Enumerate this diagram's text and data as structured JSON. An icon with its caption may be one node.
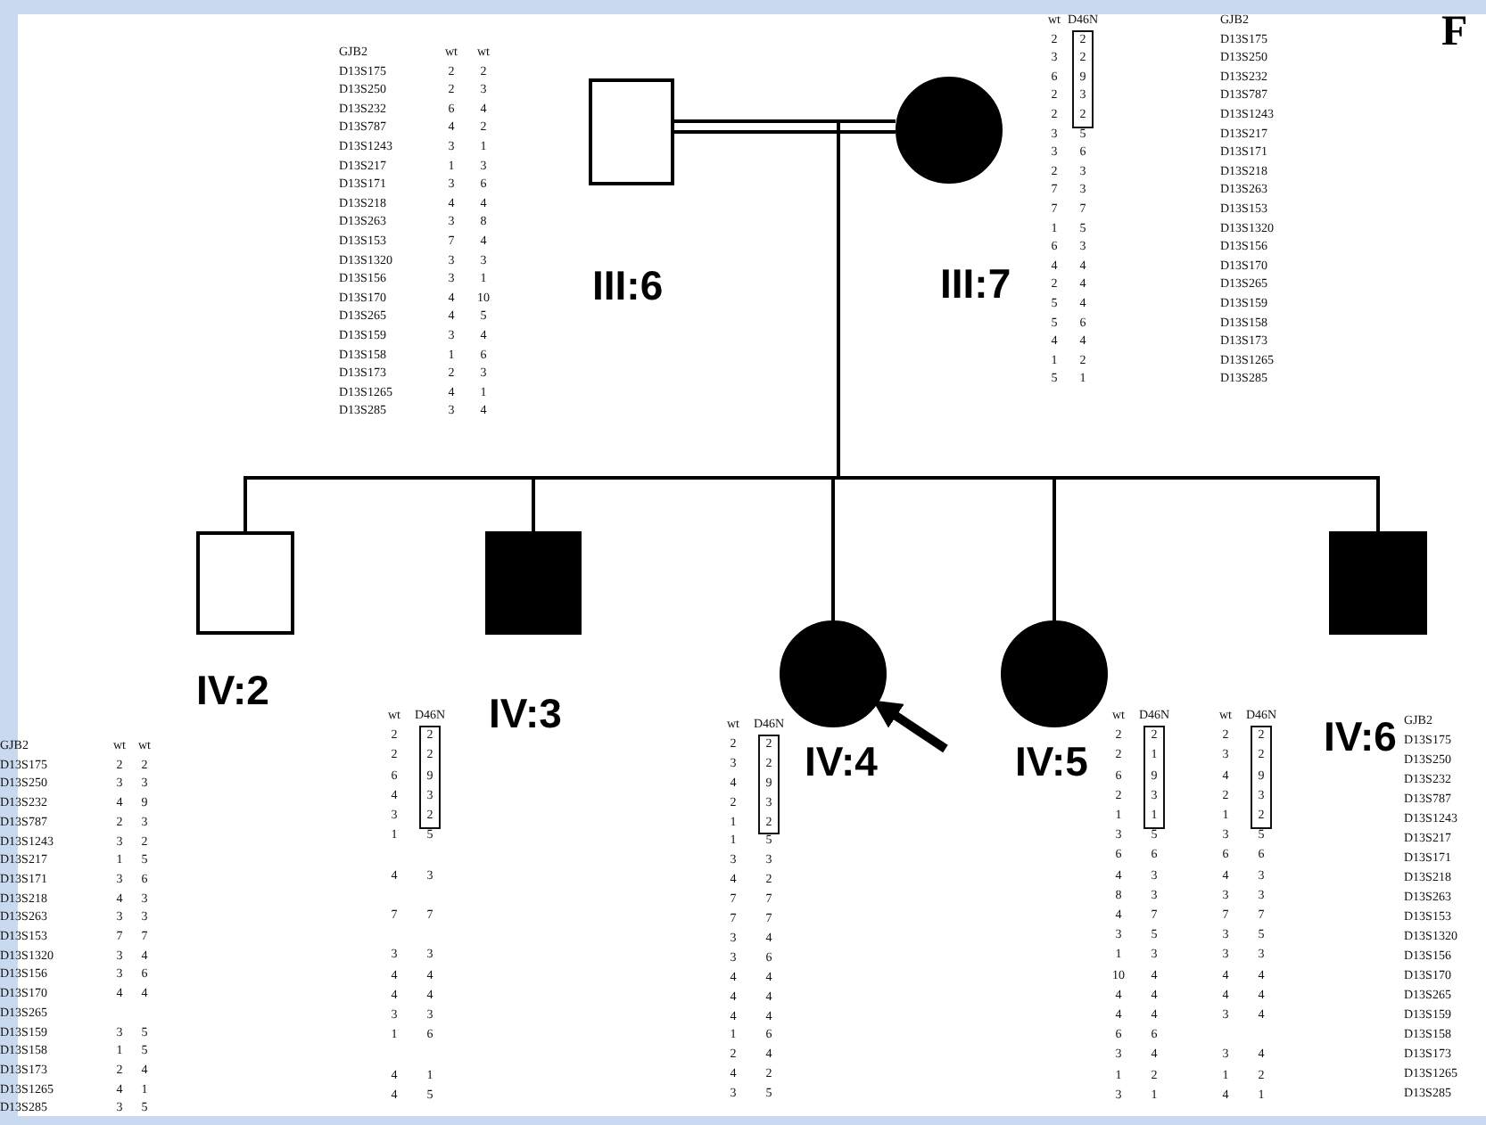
{
  "diagram": {
    "nodes": [
      {
        "text": [
          "III:6"
        ]
      },
      {
        "text": [
          "III:7"
        ]
      },
      {
        "text": [
          "IV:2"
        ]
      },
      {
        "text": [
          "IV:3"
        ]
      },
      {
        "text": [
          "IV:4"
        ]
      },
      {
        "text": [
          "IV:5"
        ]
      },
      {
        "text": [
          "IV:6"
        ]
      }
    ],
    "edges": [
      {
        "from": 0,
        "to": 1,
        "arrow": "none"
      },
      {
        "from": 0,
        "to": 2,
        "arrow": "none"
      },
      {
        "from": 0,
        "to": 3,
        "arrow": "none"
      },
      {
        "from": 0,
        "to": 4,
        "arrow": "none"
      },
      {
        "from": 0,
        "to": 5,
        "arrow": "none"
      },
      {
        "from": 0,
        "to": 6,
        "arrow": "none"
      },
      {
        "from": 1,
        "to": 2,
        "arrow": "none"
      },
      {
        "from": 1,
        "to": 3,
        "arrow": "none"
      },
      {
        "from": 1,
        "to": 4,
        "arrow": "none"
      },
      {
        "from": 1,
        "to": 5,
        "arrow": "none"
      },
      {
        "from": 1,
        "to": 6,
        "arrow": "none"
      },
      {
        "from": null,
        "to": 4,
        "arrow": "to",
        "style": "thick"
      }
    ],
    "labels": [
      "F",
      "GJB2",
      "wt",
      "wt",
      "D13S175",
      "2",
      "2",
      "D13S250",
      "2",
      "3",
      "D13S232",
      "6",
      "4",
      "D13S787",
      "4",
      "2",
      "D13S1243",
      "3",
      "1",
      "D13S217",
      "1",
      "3",
      "D13S171",
      "3",
      "6",
      "D13S218",
      "4",
      "4",
      "D13S263",
      "3",
      "8",
      "D13S153",
      "7",
      "4",
      "D13S1320",
      "3",
      "3",
      "D13S156",
      "3",
      "1",
      "D13S170",
      "4",
      "10",
      "D13S265",
      "4",
      "5",
      "D13S159",
      "3",
      "4",
      "D13S158",
      "1",
      "6",
      "D13S173",
      "2",
      "3",
      "D13S1265",
      "4",
      "1",
      "D13S285",
      "3",
      "4",
      "wt",
      "D46N",
      "GJB2",
      "2",
      "2",
      "D13S175",
      "3",
      "2",
      "D13S250",
      "6",
      "9",
      "D13S232",
      "2",
      "3",
      "D13S787",
      "2",
      "2",
      "D13S1243",
      "3",
      "5",
      "D13S217",
      "3",
      "6",
      "D13S171",
      "2",
      "3",
      "D13S218",
      "7",
      "3",
      "D13S263",
      "7",
      "7",
      "D13S153",
      "1",
      "5",
      "D13S1320",
      "6",
      "3",
      "D13S156",
      "4",
      "4",
      "D13S170",
      "2",
      "4",
      "D13S265",
      "5",
      "4",
      "D13S159",
      "5",
      "6",
      "D13S158",
      "4",
      "4",
      "D13S173",
      "1",
      "2",
      "D13S1265",
      "5",
      "1",
      "D13S285",
      "GJB2",
      "wt",
      "wt",
      "D13S175",
      "2",
      "2",
      "D13S250",
      "3",
      "3",
      "D13S232",
      "4",
      "9",
      "D13S787",
      "2",
      "3",
      "D13S1243",
      "3",
      "2",
      "D13S217",
      "1",
      "5",
      "D13S171",
      "3",
      "6",
      "D13S218",
      "4",
      "3",
      "D13S263",
      "3",
      "3",
      "D13S153",
      "7",
      "7",
      "D13S1320",
      "3",
      "4",
      "D13S156",
      "3",
      "6",
      "D13S170",
      "4",
      "4",
      "D13S265",
      "D13S159",
      "3",
      "5",
      "D13S158",
      "1",
      "5",
      "D13S173",
      "2",
      "4",
      "D13S1265",
      "4",
      "1",
      "D13S285",
      "3",
      "5",
      "wt",
      "D46N",
      "2",
      "2",
      "2",
      "2",
      "6",
      "9",
      "4",
      "3",
      "3",
      "2",
      "1",
      "5",
      "4",
      "3",
      "7",
      "7",
      "3",
      "3",
      "4",
      "4",
      "4",
      "4",
      "3",
      "3",
      "1",
      "6",
      "4",
      "1",
      "4",
      "5",
      "wt",
      "D46N",
      "2",
      "2",
      "3",
      "2",
      "4",
      "9",
      "2",
      "3",
      "1",
      "2",
      "1",
      "5",
      "3",
      "3",
      "4",
      "2",
      "7",
      "7",
      "7",
      "7",
      "3",
      "4",
      "3",
      "6",
      "4",
      "4",
      "4",
      "4",
      "4",
      "4",
      "1",
      "6",
      "2",
      "4",
      "4",
      "2",
      "3",
      "5",
      "wt",
      "D46N",
      "2",
      "2",
      "2",
      "1",
      "6",
      "9",
      "2",
      "3",
      "1",
      "1",
      "3",
      "5",
      "6",
      "6",
      "4",
      "3",
      "8",
      "3",
      "4",
      "7",
      "3",
      "5",
      "1",
      "3",
      "10",
      "4",
      "4",
      "4",
      "4",
      "4",
      "6",
      "6",
      "3",
      "4",
      "1",
      "2",
      "3",
      "1",
      "wt",
      "D46N",
      "2",
      "2",
      "3",
      "2",
      "4",
      "9",
      "2",
      "3",
      "1",
      "2",
      "3",
      "5",
      "6",
      "6",
      "4",
      "3",
      "3",
      "3",
      "7",
      "7",
      "3",
      "5",
      "3",
      "3",
      "4",
      "4",
      "4",
      "4",
      "3",
      "4",
      "3",
      "4",
      "1",
      "2",
      "4",
      "1",
      "GJB2",
      "D13S175",
      "D13S250",
      "D13S232",
      "D13S787",
      "D13S1243",
      "D13S217",
      "D13S171",
      "D13S218",
      "D13S263",
      "D13S153",
      "D13S1320",
      "D13S156",
      "D13S170",
      "D13S265",
      "D13S159",
      "D13S158",
      "D13S173",
      "D13S1265",
      "D13S285"
    ]
  }
}
